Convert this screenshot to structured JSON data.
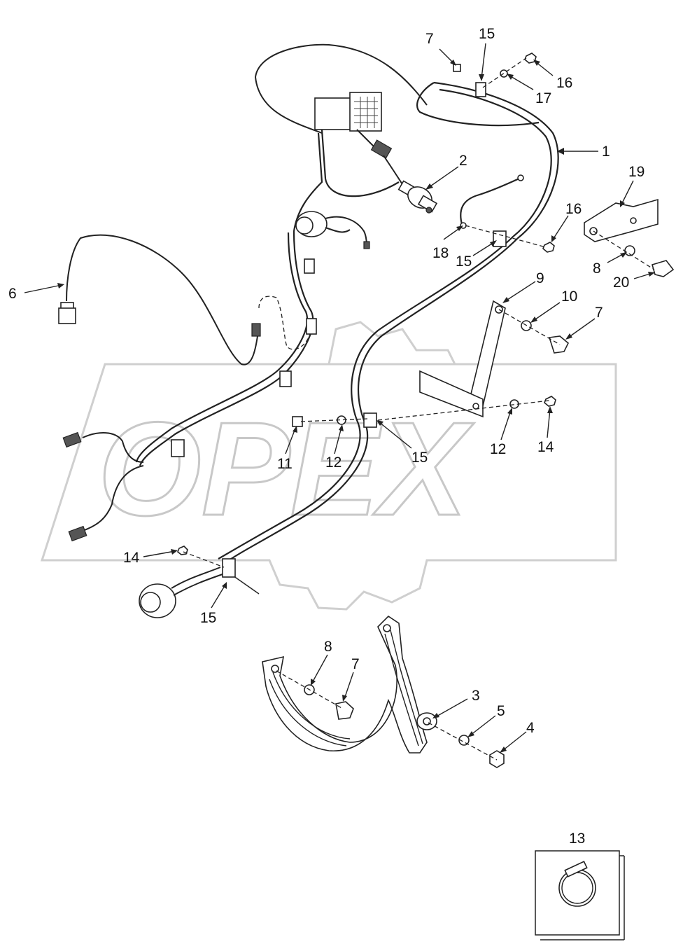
{
  "watermark": {
    "text": "OPEX"
  },
  "callouts": [
    {
      "id": "c7a",
      "label": "7"
    },
    {
      "id": "c15a",
      "label": "15"
    },
    {
      "id": "c16a",
      "label": "16"
    },
    {
      "id": "c17",
      "label": "17"
    },
    {
      "id": "c1",
      "label": "1"
    },
    {
      "id": "c2",
      "label": "2"
    },
    {
      "id": "c19",
      "label": "19"
    },
    {
      "id": "c16b",
      "label": "16"
    },
    {
      "id": "c18",
      "label": "18"
    },
    {
      "id": "c15b",
      "label": "15"
    },
    {
      "id": "c8a",
      "label": "8"
    },
    {
      "id": "c20",
      "label": "20"
    },
    {
      "id": "c6",
      "label": "6"
    },
    {
      "id": "c9",
      "label": "9"
    },
    {
      "id": "c10",
      "label": "10"
    },
    {
      "id": "c7b",
      "label": "7"
    },
    {
      "id": "c11",
      "label": "11"
    },
    {
      "id": "c12a",
      "label": "12"
    },
    {
      "id": "c15c",
      "label": "15"
    },
    {
      "id": "c12b",
      "label": "12"
    },
    {
      "id": "c14a",
      "label": "14"
    },
    {
      "id": "c14b",
      "label": "14"
    },
    {
      "id": "c15d",
      "label": "15"
    },
    {
      "id": "c8b",
      "label": "8"
    },
    {
      "id": "c7c",
      "label": "7"
    },
    {
      "id": "c3",
      "label": "3"
    },
    {
      "id": "c5",
      "label": "5"
    },
    {
      "id": "c4",
      "label": "4"
    },
    {
      "id": "c13",
      "label": "13"
    }
  ]
}
